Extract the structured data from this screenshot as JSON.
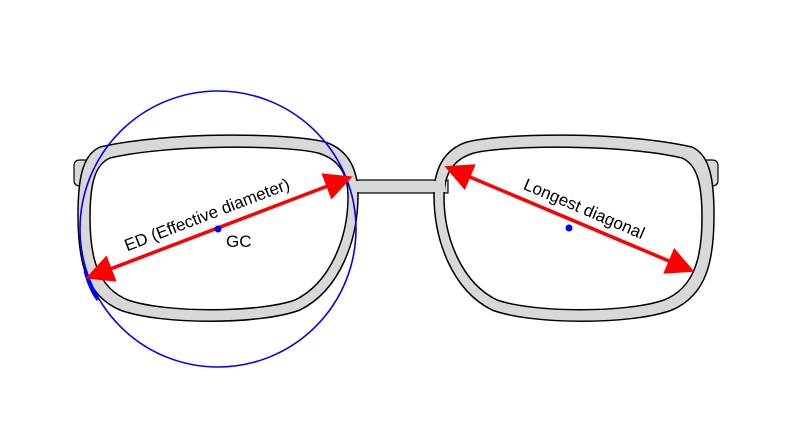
{
  "labels": {
    "effective_diameter": "ED (Effective diameter)",
    "geometric_center": "GC",
    "longest_diagonal": "Longest diagonal"
  },
  "colors": {
    "frame_fill": "#d8d8d8",
    "frame_stroke": "#000000",
    "arrow": "#ff0000",
    "circle": "#0000ff",
    "center_dot": "#0000ff"
  }
}
